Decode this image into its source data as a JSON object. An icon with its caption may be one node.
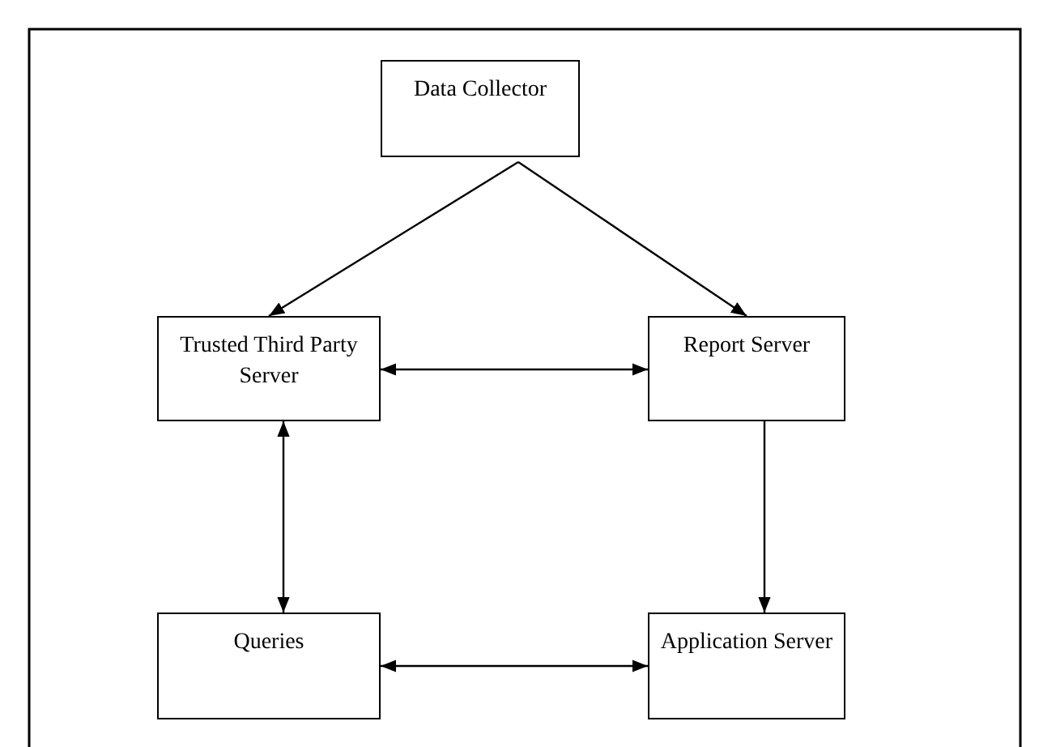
{
  "diagram": {
    "nodes": [
      {
        "text": [
          "Data Collector"
        ]
      },
      {
        "text": [
          "Trusted Third Party Server"
        ]
      },
      {
        "text": [
          "Report Server"
        ]
      },
      {
        "text": [
          "Queries"
        ]
      },
      {
        "text": [
          "Application Server"
        ]
      }
    ],
    "edges": [
      {
        "from": 0,
        "to": 1,
        "arrow": "to"
      },
      {
        "from": 0,
        "to": 2,
        "arrow": "to"
      },
      {
        "from": 1,
        "to": 2,
        "arrow": "both"
      },
      {
        "from": 1,
        "to": 3,
        "arrow": "both"
      },
      {
        "from": 2,
        "to": 4,
        "arrow": "to"
      },
      {
        "from": 3,
        "to": 4,
        "arrow": "both"
      }
    ]
  }
}
